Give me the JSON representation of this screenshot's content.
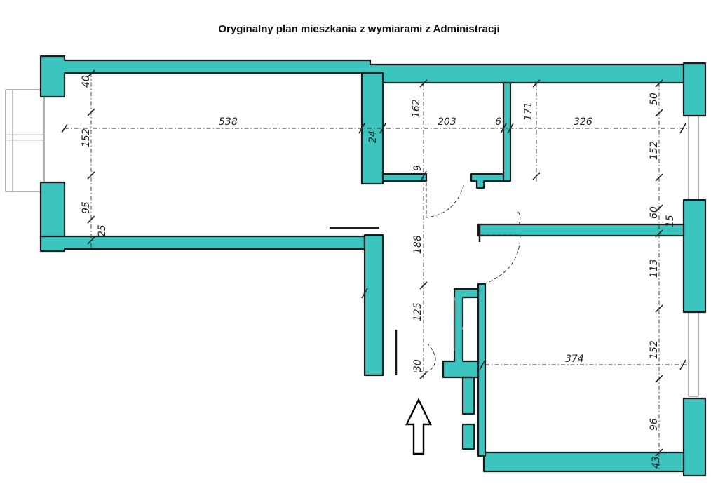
{
  "title": "Oryginalny plan mieszkania z wymiarami z Administracji",
  "dimensions": {
    "d538": "538",
    "d40": "40",
    "d152a": "152",
    "d95": "95",
    "d25": "25",
    "d162": "162",
    "d203": "203",
    "d6": "6",
    "d24": "24",
    "d9": "9",
    "d188": "188",
    "d125": "125",
    "d30": "30",
    "d171": "171",
    "d326": "326",
    "d50": "50",
    "d152b": "152",
    "d60": "60",
    "d15": "15",
    "d113": "113",
    "d374": "374",
    "d152c": "152",
    "d96": "96",
    "d43": "43"
  },
  "colors": {
    "wall": "#3cc4bf",
    "outline": "#1a1a1a"
  },
  "entrance_marker": "arrow-up-icon"
}
